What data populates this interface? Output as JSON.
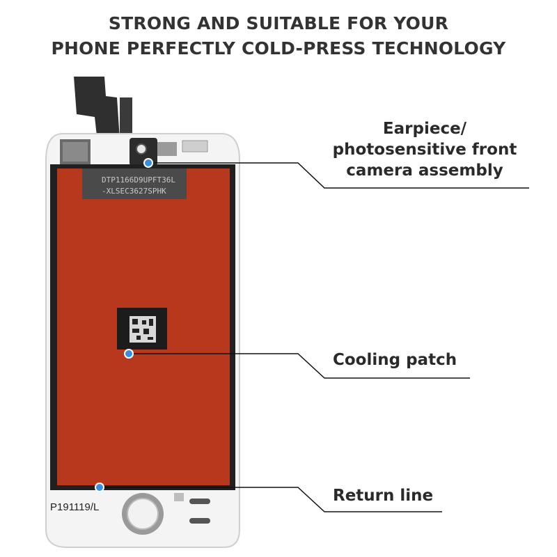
{
  "headline": {
    "line1": "STRONG AND SUITABLE FOR YOUR",
    "line2": "PHONE PERFECTLY COLD-PRESS TECHNOLOGY"
  },
  "panel_markings": {
    "code_line1": "DTP1166D9UPFT36L",
    "code_line2": "-XLSEC3627SPHK",
    "bottom_code": "P191119/L"
  },
  "callouts": {
    "earpiece": {
      "line1": "Earpiece/",
      "line2": "photosensitive front",
      "line3": "camera assembly"
    },
    "cooling": {
      "label": "Cooling patch"
    },
    "return_line": {
      "label": "Return line"
    }
  },
  "colors": {
    "panel_red": "#b8381e",
    "marker_blue": "#3a8fdc",
    "text_dark": "#2a2a2a"
  }
}
